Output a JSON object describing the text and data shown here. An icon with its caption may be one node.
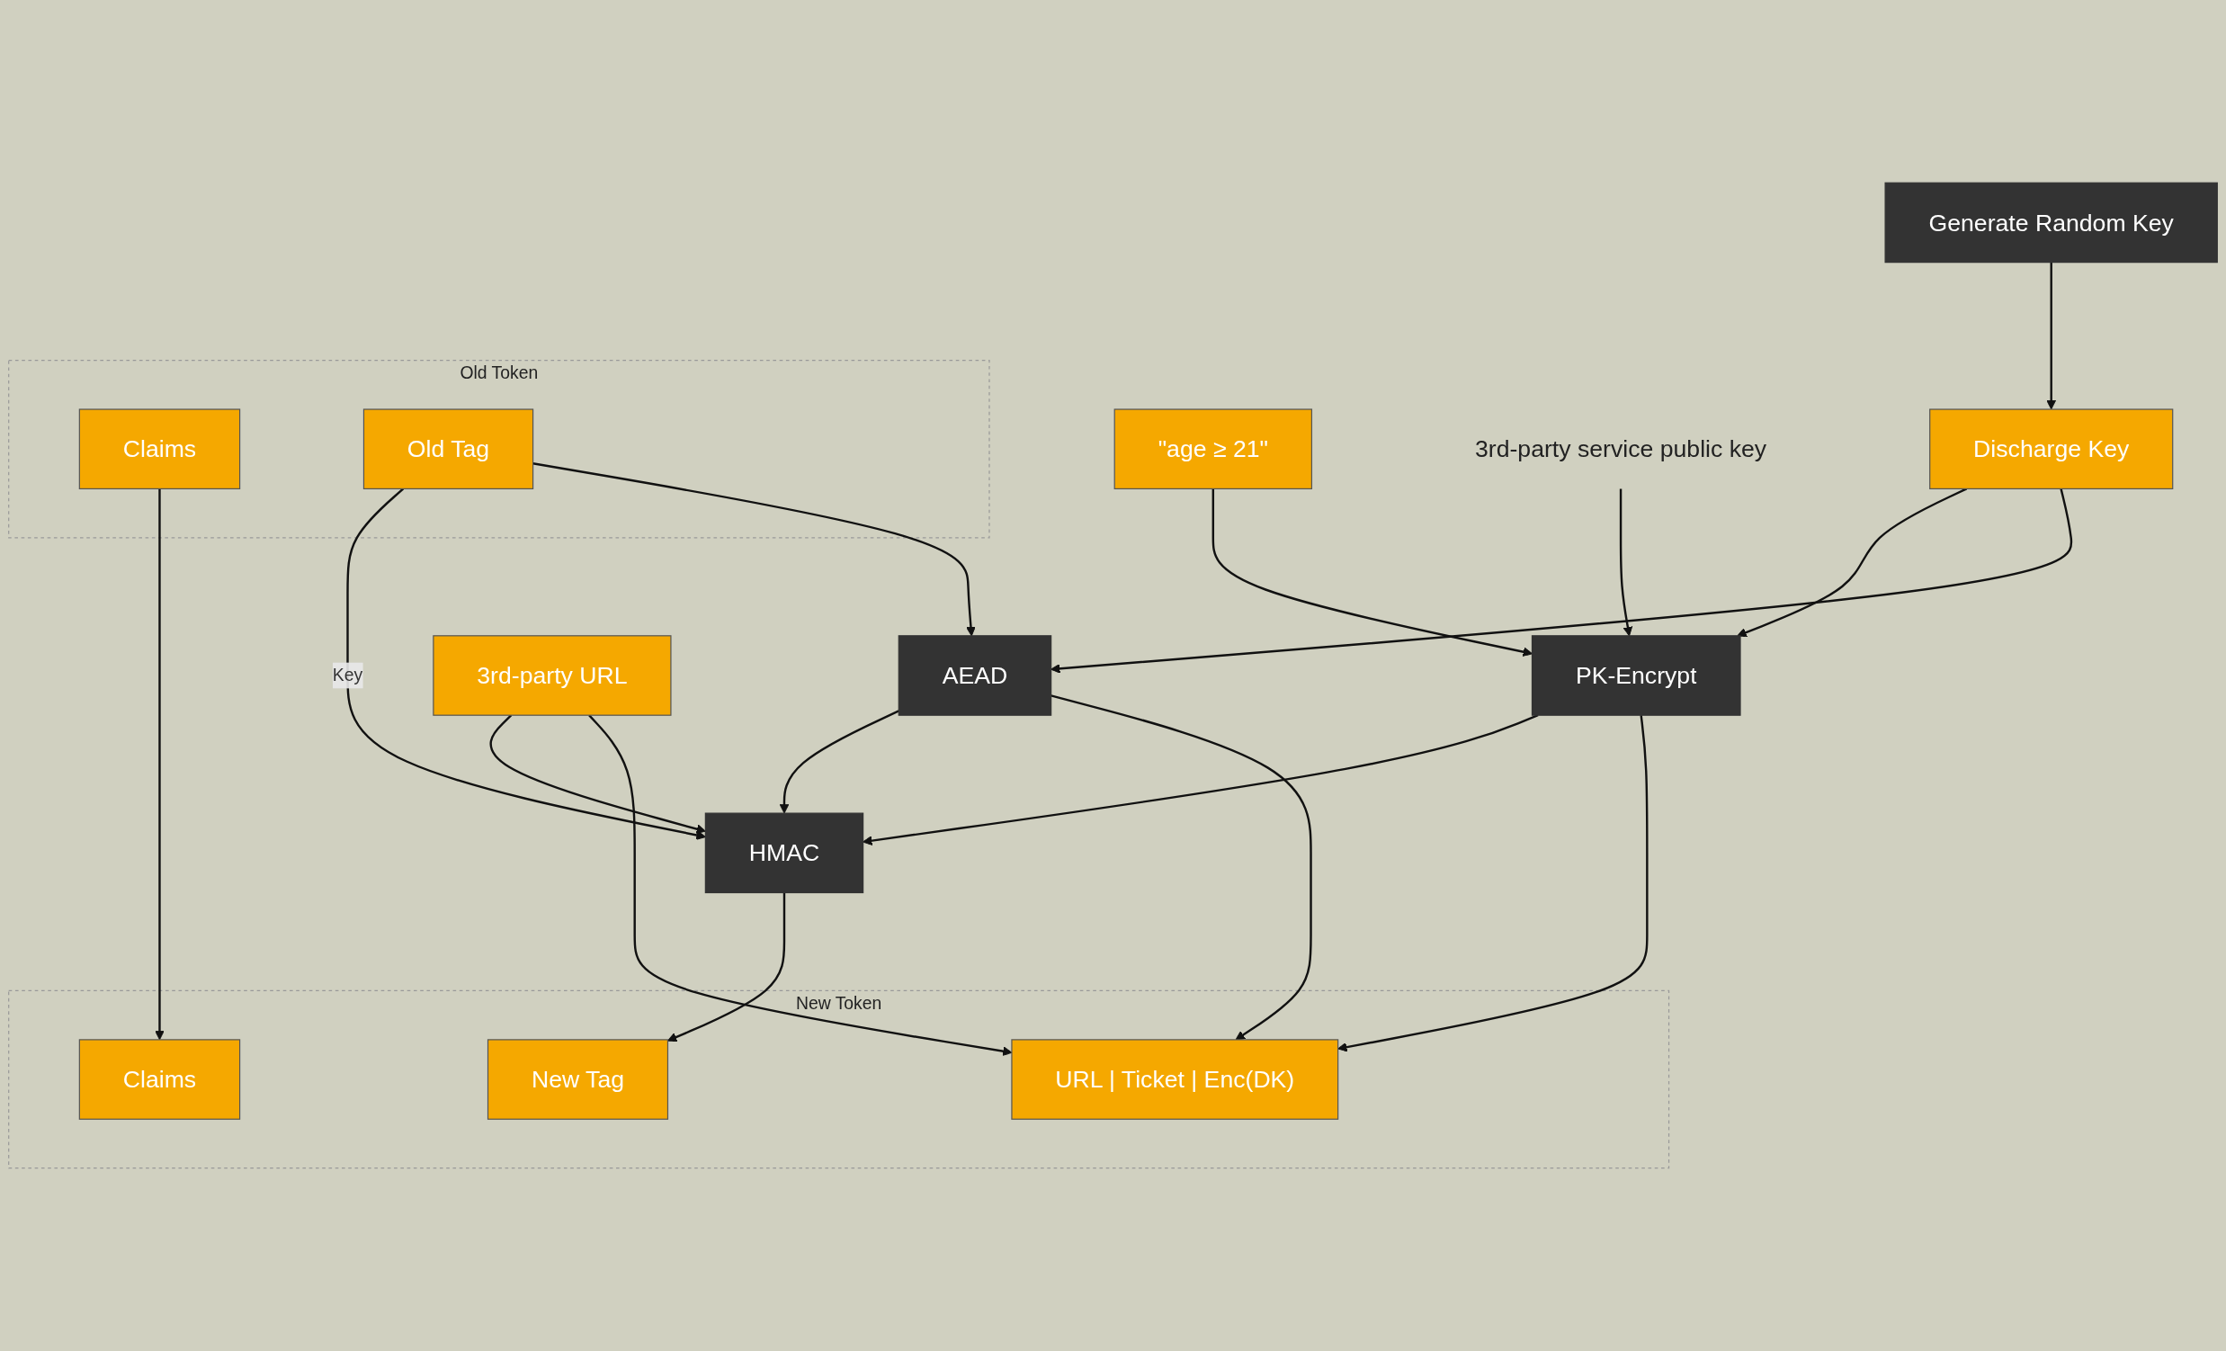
{
  "diagram": {
    "nodes": [
      {
        "text": [
          "\"age ≥ 21\""
        ]
      },
      {
        "text": [
          "Discharge Key"
        ]
      },
      {
        "text": [
          "Generate Random Key"
        ]
      },
      {
        "text": [
          "3rd-party service public key"
        ]
      },
      {
        "text": [
          "PK-Encrypt"
        ]
      },
      {
        "text": [
          "AEAD"
        ]
      },
      {
        "text": [
          "3rd-party URL"
        ]
      },
      {
        "text": [
          "Old Token"
        ]
      },
      {
        "text": [
          "Claims"
        ],
        "in": 7
      },
      {
        "text": [
          "Old Tag"
        ],
        "in": 7
      },
      {
        "text": [
          "New Token"
        ]
      },
      {
        "text": [
          "Claims"
        ],
        "in": 10
      },
      {
        "text": [
          "URL | Ticket | Enc(DK)"
        ],
        "in": 10
      },
      {
        "text": [
          "HMAC"
        ]
      },
      {
        "text": [
          "New Tag"
        ],
        "in": 10
      }
    ],
    "edges": [
      {
        "from": 2,
        "to": 1,
        "arrow": "to"
      },
      {
        "from": 0,
        "to": 4,
        "arrow": "to"
      },
      {
        "from": 1,
        "to": 4,
        "arrow": "to"
      },
      {
        "from": 1,
        "to": 5,
        "arrow": "to"
      },
      {
        "from": 3,
        "to": 4,
        "arrow": "to"
      },
      {
        "from": 6,
        "to": 13,
        "arrow": "to"
      },
      {
        "from": 6,
        "to": 12,
        "arrow": "to"
      },
      {
        "from": 4,
        "to": 13,
        "arrow": "to"
      },
      {
        "from": 4,
        "to": 12,
        "arrow": "to"
      },
      {
        "from": 5,
        "to": 13,
        "arrow": "to"
      },
      {
        "from": 5,
        "to": 12,
        "arrow": "to"
      },
      {
        "from": 8,
        "to": 11,
        "arrow": "to"
      },
      {
        "from": 9,
        "to": 13,
        "label": "Key",
        "arrow": "to"
      },
      {
        "from": 13,
        "to": 14,
        "arrow": "to"
      },
      {
        "from": 9,
        "to": 5,
        "arrow": "to"
      }
    ]
  }
}
